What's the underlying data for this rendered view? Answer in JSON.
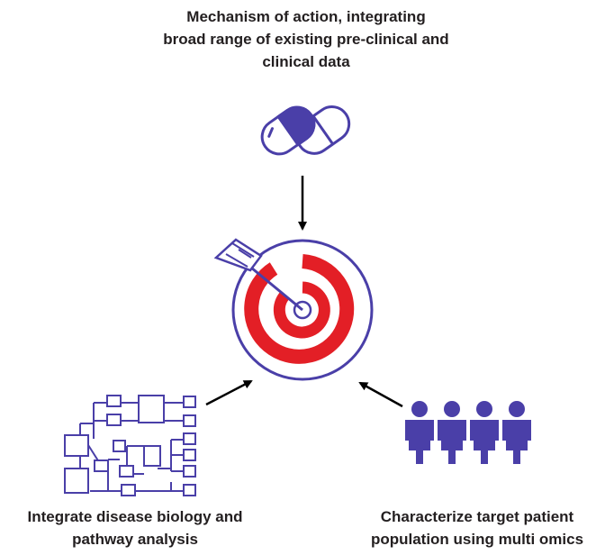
{
  "diagram": {
    "top_caption": [
      "Mechanism of action, integrating",
      "broad range of existing pre-clinical and",
      "clinical data"
    ],
    "left_caption": [
      "Integrate disease biology and",
      "pathway analysis"
    ],
    "right_caption": [
      "Characterize target patient",
      "population using multi omics"
    ]
  },
  "icons": {
    "capsules": "pill-capsules-icon",
    "target": "bullseye-arrow-icon",
    "pathway": "flowchart-network-icon",
    "people": "patient-group-icon"
  },
  "colors": {
    "purple": "#4a3fa8",
    "red": "#e31f26",
    "text": "#231f20",
    "arrow": "#000000"
  }
}
